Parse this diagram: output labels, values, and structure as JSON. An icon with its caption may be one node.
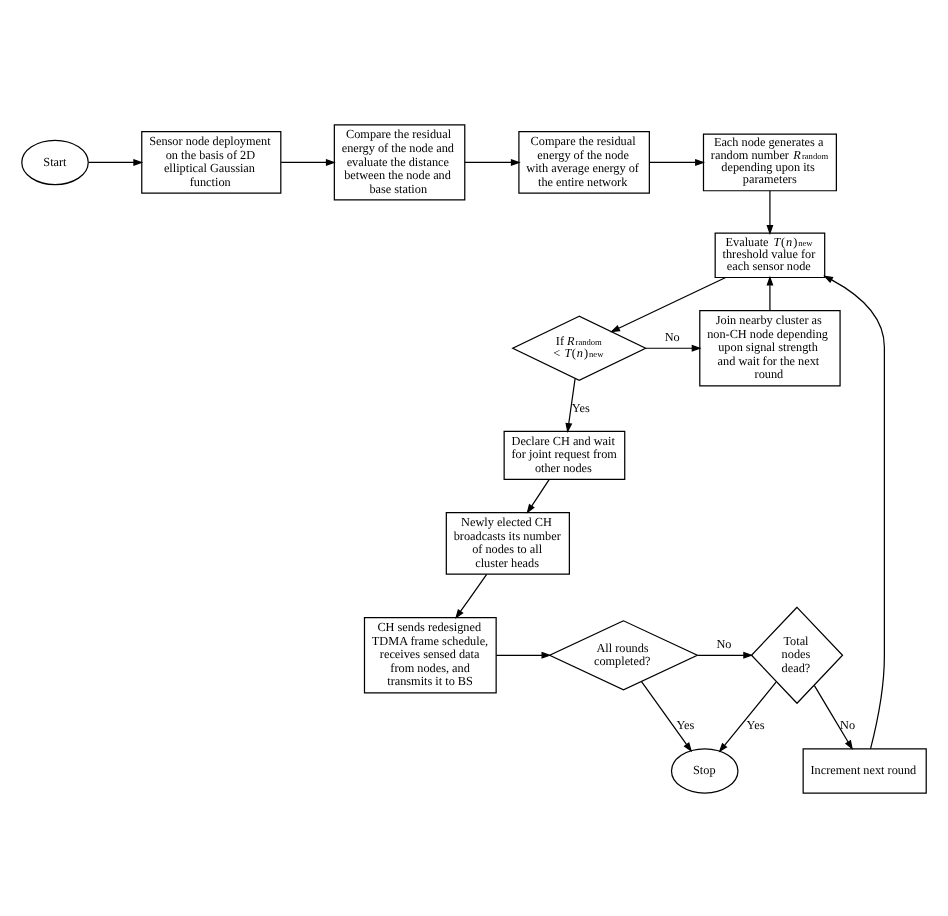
{
  "diagram": {
    "nodes": [
      {
        "text": [
          "Start"
        ]
      },
      {
        "text": [
          "Sensor node deployment on the basis of 2D elliptical Gaussian function"
        ]
      },
      {
        "text": [
          "Compare the residual energy of the node and evaluate the distance between the node and base station"
        ]
      },
      {
        "text": [
          "Compare the residual energy of the node with average energy of the entire network"
        ]
      },
      {
        "text": [
          "Each node generates a random number *R*$_{random}$ depending upon its parameters"
        ]
      },
      {
        "text": [
          "Evaluate *T*(*n*)$_{new}$ threshold value for each sensor node"
        ]
      },
      {
        "text": [
          "Increment next round"
        ]
      },
      {
        "text": [
          "Join nearby cluster as non-CH node depending upon signal strength and wait for the next round"
        ]
      },
      {
        "text": [
          "If *R*$_{random}$ < *T*(*n*)$_{new}$"
        ]
      },
      {
        "text": [
          "Declare CH and wait for joint request from other nodes"
        ]
      },
      {
        "text": [
          "Newly elected CH broadcasts its number of nodes to all cluster heads"
        ]
      },
      {
        "text": [
          "CH sends redesigned TDMA frame schedule, receives sensed data from nodes, and transmits it to BS"
        ]
      },
      {
        "text": [
          "All rounds completed?"
        ]
      },
      {
        "text": [
          "Total nodes dead?"
        ]
      },
      {
        "text": [
          "Stop"
        ]
      }
    ],
    "edges": [
      {
        "from": 0,
        "to": 1,
        "arrow": "to"
      },
      {
        "from": 1,
        "to": 2,
        "arrow": "to"
      },
      {
        "from": 2,
        "to": 3,
        "arrow": "to"
      },
      {
        "from": 3,
        "to": 4,
        "arrow": "to"
      },
      {
        "from": 4,
        "to": 5,
        "arrow": "to"
      },
      {
        "from": 6,
        "to": 5,
        "arrow": "to"
      },
      {
        "from": 7,
        "to": 5,
        "arrow": "to"
      },
      {
        "from": 5,
        "to": 8,
        "arrow": "to"
      },
      {
        "from": 8,
        "to": 7,
        "arrow": "to",
        "label": "No"
      },
      {
        "from": 8,
        "to": 9,
        "arrow": "to",
        "label": "Yes"
      },
      {
        "from": 9,
        "to": 10,
        "arrow": "to"
      },
      {
        "from": 10,
        "to": 11,
        "arrow": "to"
      },
      {
        "from": 11,
        "to": 12,
        "arrow": "to"
      },
      {
        "from": 12,
        "to": 13,
        "arrow": "to",
        "label": "No"
      },
      {
        "from": 12,
        "to": 14,
        "arrow": "to",
        "label": "Yes"
      },
      {
        "from": 13,
        "to": 6,
        "arrow": "to",
        "label": "No"
      },
      {
        "from": 13,
        "to": 14,
        "arrow": "to",
        "label": "Yes"
      }
    ]
  }
}
